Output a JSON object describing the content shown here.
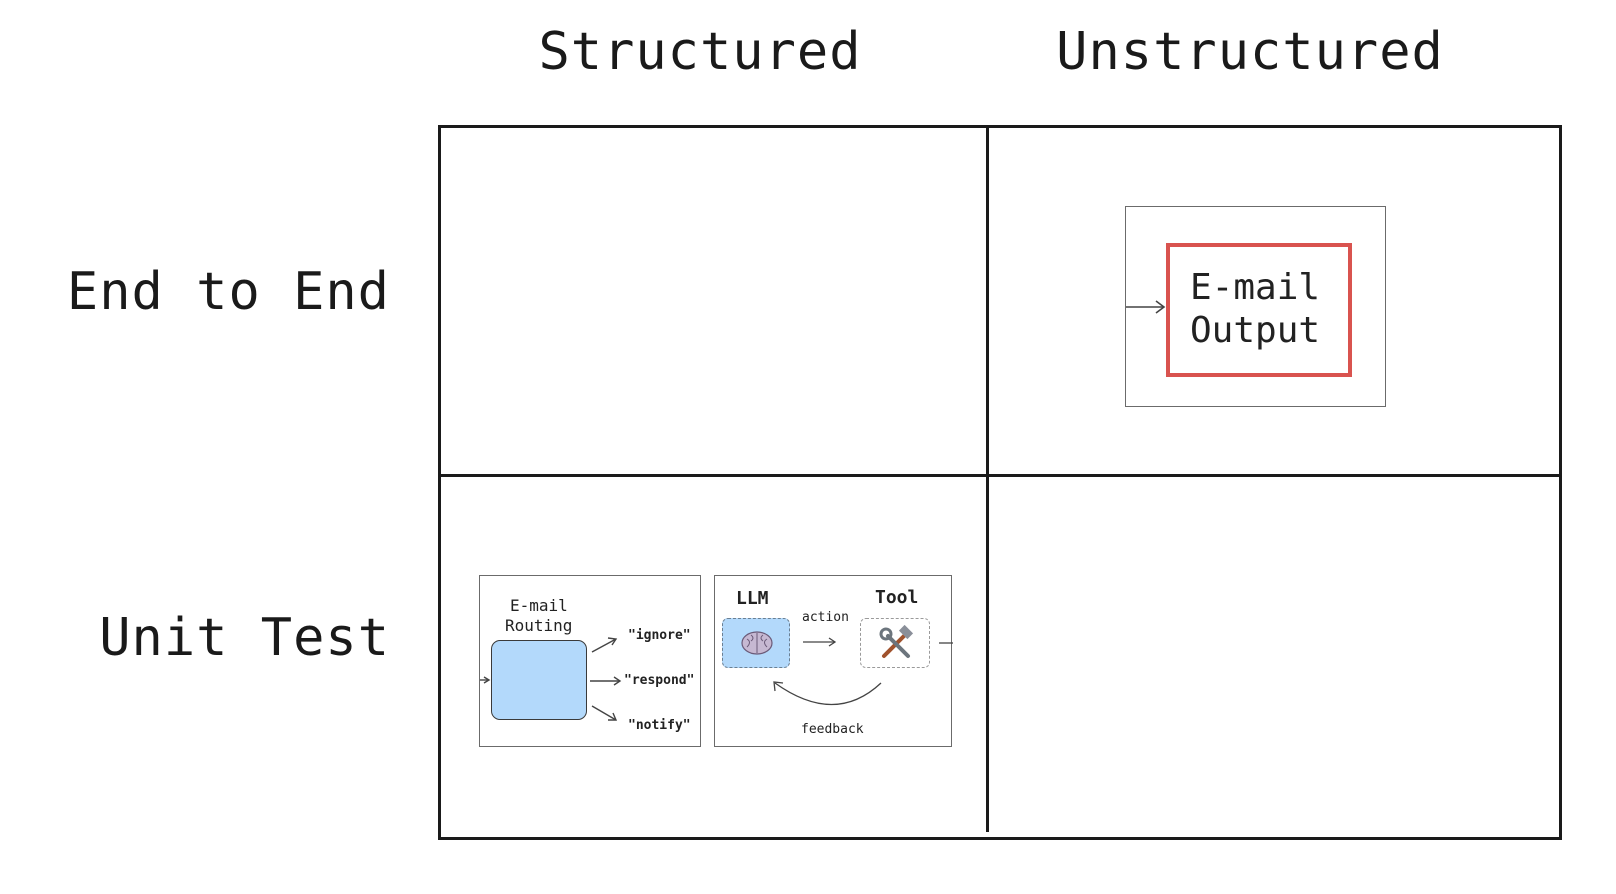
{
  "columns": {
    "structured": "Structured",
    "unstructured": "Unstructured"
  },
  "rows": {
    "end_to_end": "End to End",
    "unit_test": "Unit Test"
  },
  "email_output": {
    "line1": "E-mail",
    "line2": "Output",
    "accent_color": "#d9534f"
  },
  "email_routing": {
    "title_line1": "E-mail",
    "title_line2": "Routing",
    "outputs": [
      "\"ignore\"",
      "\"respond\"",
      "\"notify\""
    ],
    "node_color": "#b3d9fb"
  },
  "agent_loop": {
    "llm_label": "LLM",
    "tool_label": "Tool",
    "action_label": "action",
    "feedback_label": "feedback",
    "llm_icon": "brain-icon",
    "tool_icon": "hammer-wrench-icon"
  }
}
